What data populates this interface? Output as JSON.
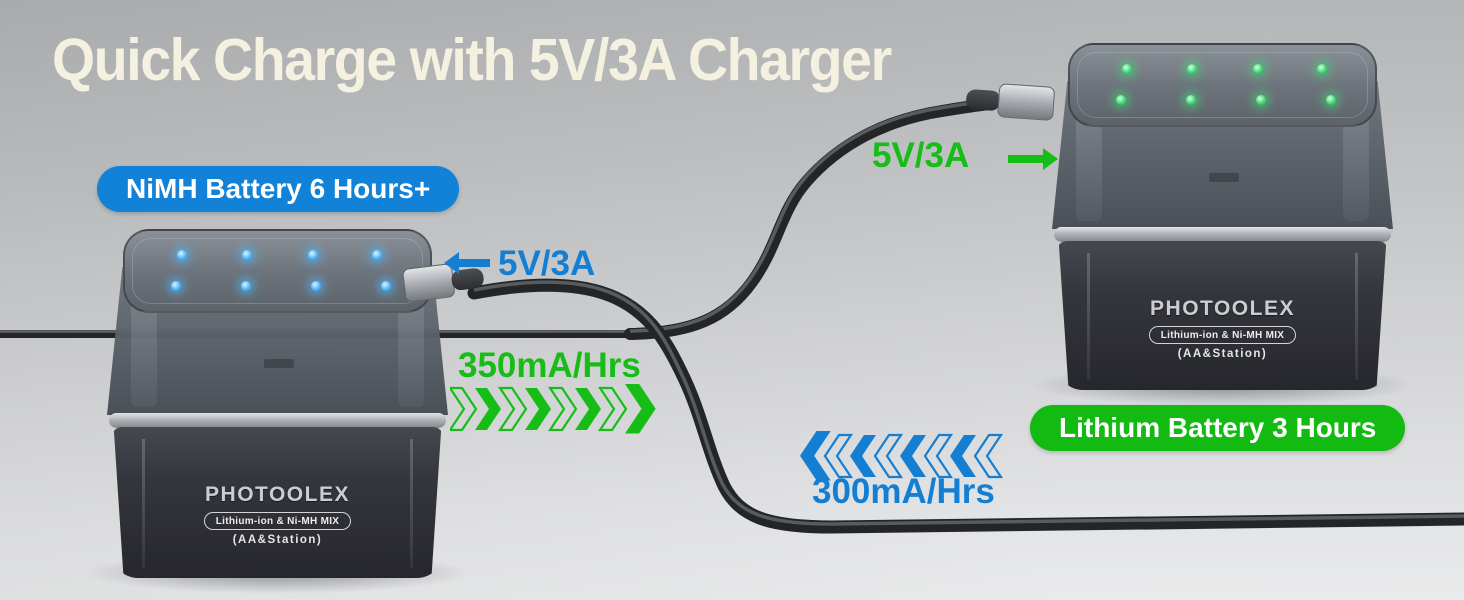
{
  "title": "Quick Charge with 5V/3A Charger",
  "badges": {
    "nimh": "NiMH Battery 6 Hours+",
    "lithium": "Lithium Battery 3 Hours"
  },
  "callouts": {
    "left_port_rate": "5V/3A",
    "right_port_rate": "5V/3A",
    "nimh_flow_rate": "350mA/Hrs",
    "lithium_flow_rate": "300mA/Hrs"
  },
  "device": {
    "brand": "PHOTOOLEX",
    "chemistry_label": "Lithium-ion & Ni-MH MIX",
    "station_label": "(AA&Station)"
  },
  "colors": {
    "blue": "#147fd2",
    "green": "#17bd17",
    "badge_blue": "#1182d8",
    "badge_green": "#12ba12",
    "title_cream": "#f5f1e1",
    "led_blue": "#4db8ff",
    "led_green": "#3fd873"
  },
  "chevrons": {
    "right_count": 8,
    "left_count": 8
  }
}
